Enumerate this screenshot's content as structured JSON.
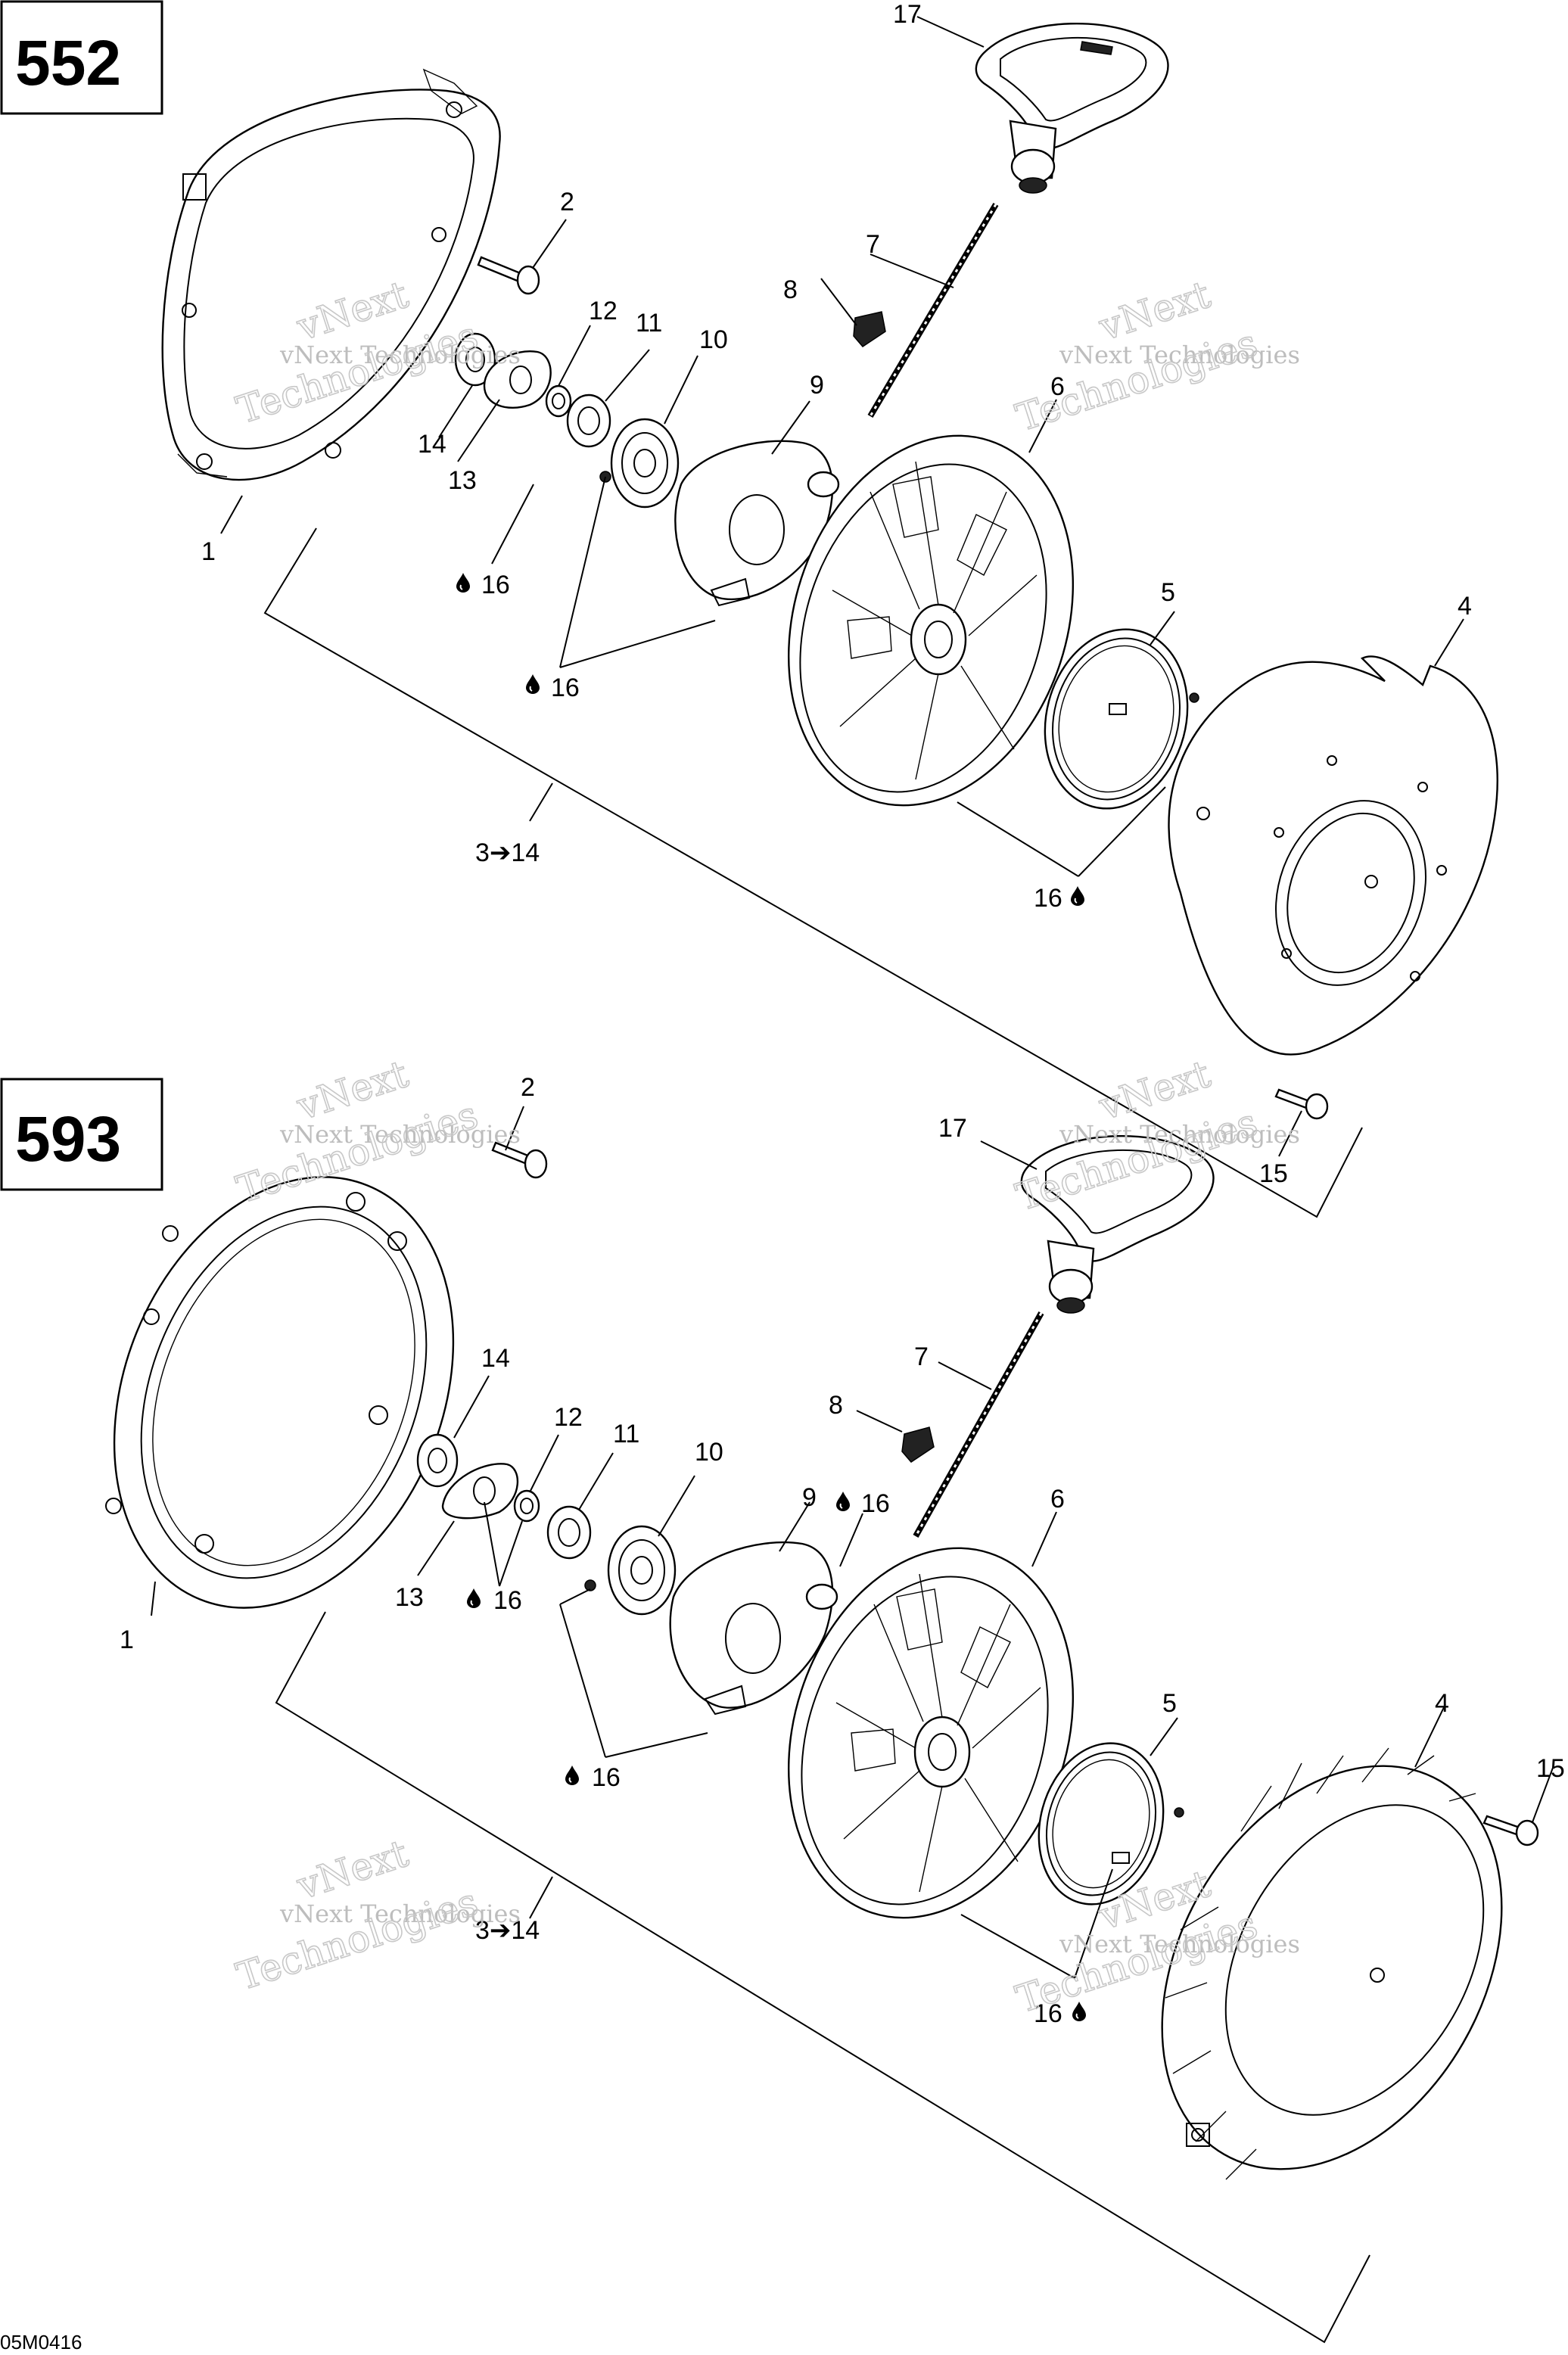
{
  "diagram": {
    "code": "05M0416",
    "watermark": {
      "line1": "vNext Technologies",
      "big1": "vNext",
      "big2": "Technologies"
    },
    "sections": [
      {
        "box_label": "552",
        "assembly_note": "3➔14",
        "callouts": {
          "p1": "1",
          "p2": "2",
          "p4": "4",
          "p5": "5",
          "p6": "6",
          "p7": "7",
          "p8": "8",
          "p9": "9",
          "p10": "10",
          "p11": "11",
          "p12": "12",
          "p13": "13",
          "p14": "14",
          "p15": "15",
          "p17": "17",
          "lub_a": "16",
          "lub_b": "16",
          "lub_c": "16"
        }
      },
      {
        "box_label": "593",
        "assembly_note": "3➔14",
        "callouts": {
          "p1": "1",
          "p2": "2",
          "p4": "4",
          "p5": "5",
          "p6": "6",
          "p7": "7",
          "p8": "8",
          "p9": "9",
          "p10": "10",
          "p11": "11",
          "p12": "12",
          "p13": "13",
          "p14": "14",
          "p15": "15",
          "p17": "17",
          "lub_a": "16",
          "lub_b": "16",
          "lub_c": "16",
          "lub_d": "16"
        }
      }
    ]
  }
}
